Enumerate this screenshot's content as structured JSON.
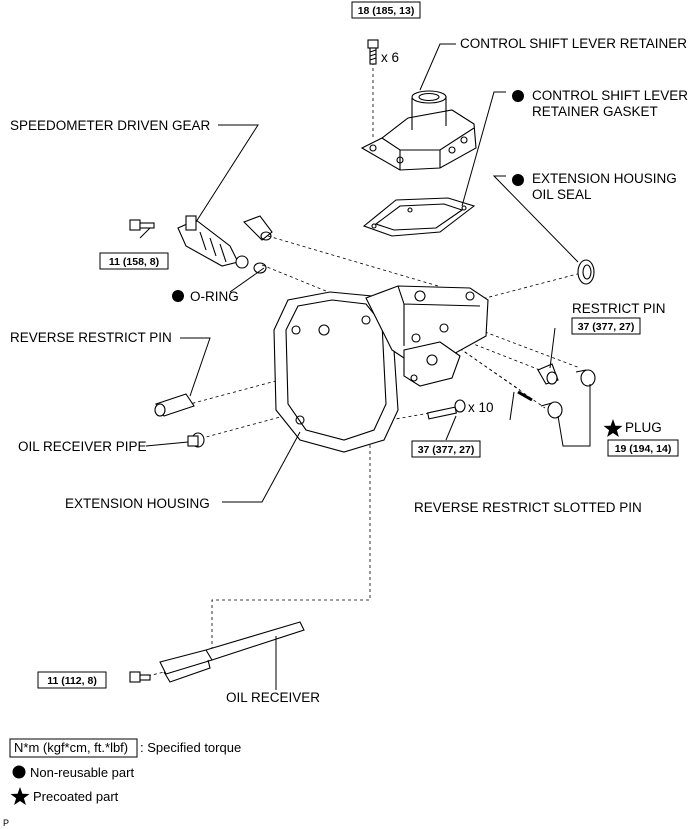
{
  "labels": {
    "control_shift_lever_retainer": "CONTROL SHIFT LEVER RETAINER",
    "retainer_gasket_line1": "CONTROL SHIFT LEVER",
    "retainer_gasket_line2": "RETAINER GASKET",
    "speedometer_driven_gear": "SPEEDOMETER DRIVEN GEAR",
    "extension_housing_oil_seal_line1": "EXTENSION HOUSING",
    "extension_housing_oil_seal_line2": "OIL SEAL",
    "o_ring": "O-RING",
    "restrict_pin": "RESTRICT PIN",
    "reverse_restrict_pin": "REVERSE RESTRICT PIN",
    "plug": "PLUG",
    "oil_receiver_pipe": "OIL RECEIVER PIPE",
    "extension_housing": "EXTENSION HOUSING",
    "reverse_restrict_slotted_pin": "REVERSE RESTRICT SLOTTED PIN",
    "oil_receiver": "OIL RECEIVER"
  },
  "torques": {
    "retainer_bolt": "18 (185, 13)",
    "speedo_bolt": "11 (158, 8)",
    "restrict_pin": "37 (377, 27)",
    "housing_bolt": "37 (377, 27)",
    "plug": "19 (194, 14)",
    "oil_receiver_bolt": "11 (112, 8)"
  },
  "quantities": {
    "retainer_bolts": "x 6",
    "housing_bolts": "x 10"
  },
  "legend": {
    "torque_unit": "N*m (kgf*cm, ft.*lbf)",
    "torque_desc": ": Specified torque",
    "non_reusable": "Non-reusable part",
    "precoated": "Precoated part"
  },
  "corner_mark": "P",
  "icons": {
    "non_reusable": "filled-circle-icon",
    "precoated": "star-icon"
  }
}
